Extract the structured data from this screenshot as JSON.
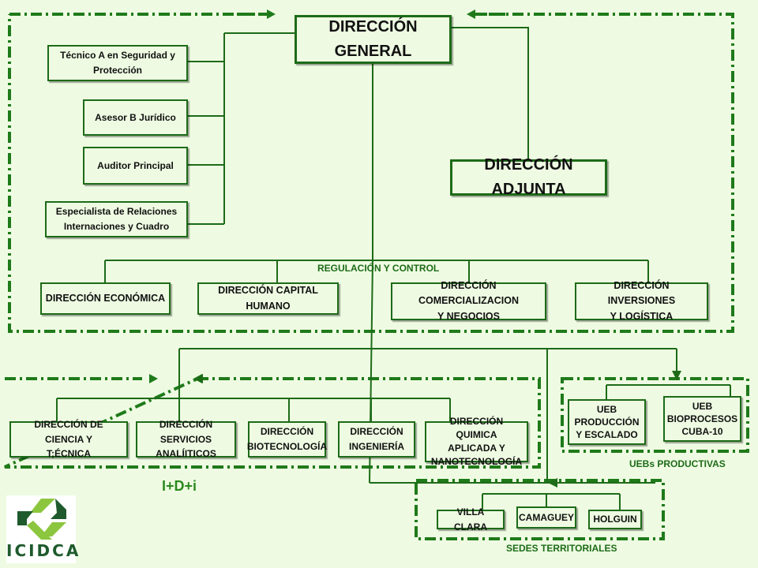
{
  "colors": {
    "line": "#1d6b18",
    "dash": "#1f7a1a",
    "background": "#eefbe2",
    "logo_dark": "#1e5a2c",
    "logo_light": "#8cc63f"
  },
  "top": {
    "general": "DIRECCIÓN GENERAL",
    "adjunta": "DIRECCIÓN ADJUNTA"
  },
  "advisors": [
    {
      "line1": "Técnico A en Seguridad y",
      "line2": "Protección"
    },
    {
      "line1": "Asesor B Jurídico",
      "line2": ""
    },
    {
      "line1": "Auditor Principal",
      "line2": ""
    },
    {
      "line1": "Especialista de Relaciones",
      "line2": "Internaciones y Cuadro"
    }
  ],
  "regulation": {
    "label": "REGULACIÓN Y CONTROL",
    "units": [
      {
        "line1": "DIRECCIÓN ECONÓMICA",
        "line2": ""
      },
      {
        "line1": "DIRECCIÓN CAPITAL HUMANO",
        "line2": ""
      },
      {
        "line1": "DIRECCIÓN COMERCIALIZACION",
        "line2": "Y  NEGOCIOS"
      },
      {
        "line1": "DIRECCIÓN INVERSIONES",
        "line2": "Y  LOGÍSTICA"
      }
    ]
  },
  "idi": {
    "label": "I+D+i",
    "units": [
      {
        "line1": "DIRECCIÓN DE CIENCIA Y",
        "line2": "T;ÉCNICA",
        "line3": ""
      },
      {
        "line1": "DIRECCIÓN SERVICIOS",
        "line2": "ANALÍITICOS",
        "line3": ""
      },
      {
        "line1": "DIRECCIÓN",
        "line2": "BIOTECNOLOGÍA",
        "line3": ""
      },
      {
        "line1": "DIRECCIÓN",
        "line2": "INGENIERÍA",
        "line3": ""
      },
      {
        "line1": "DIRECCIÓN QUIMICA",
        "line2": "APLICADA Y",
        "line3": "NANOTECNOLOGÍA"
      }
    ]
  },
  "uebs": {
    "label": "UEBs PRODUCTIVAS",
    "units": [
      {
        "line1": "UEB",
        "line2": "PRODUCCIÓN",
        "line3": "Y ESCALADO"
      },
      {
        "line1": "UEB",
        "line2": "BIOPROCESOS",
        "line3": "CUBA-10"
      }
    ]
  },
  "sedes": {
    "label": "SEDES TERRITORIALES",
    "units": [
      "VILLA CLARA",
      "CAMAGUEY",
      "HOLGUIN"
    ]
  },
  "logo": {
    "name": "icidca-logo-icon",
    "text": "ICIDCA"
  }
}
